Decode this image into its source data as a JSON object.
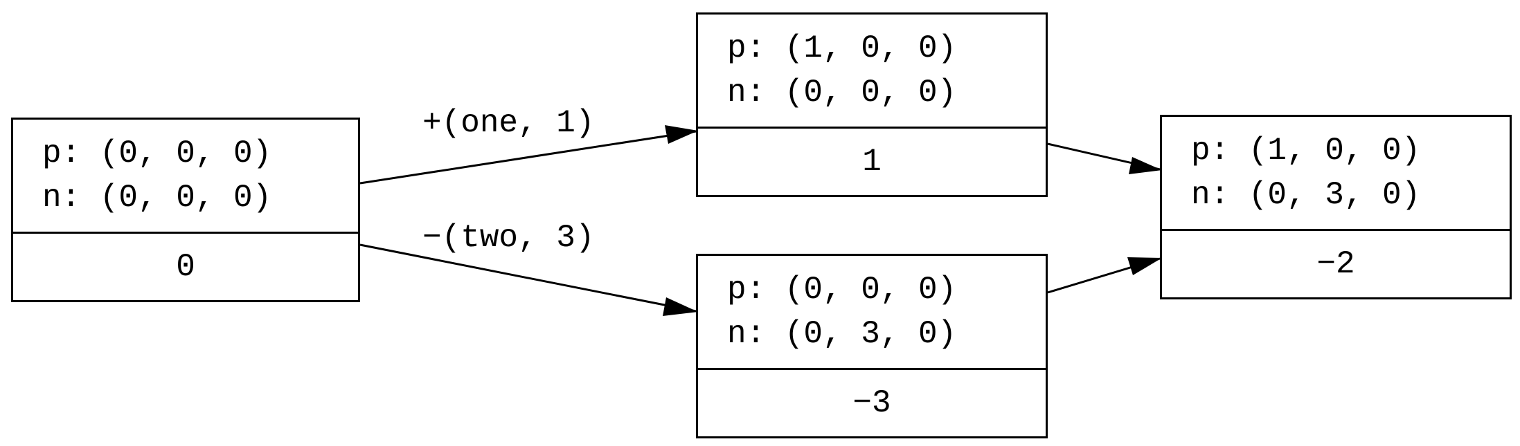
{
  "nodes": {
    "root": {
      "p": "p: (0, 0, 0)",
      "n": "n: (0, 0, 0)",
      "value": "0"
    },
    "upper": {
      "p": "p: (1, 0, 0)",
      "n": "n: (0, 0, 0)",
      "value": "1"
    },
    "lower": {
      "p": "p: (0, 0, 0)",
      "n": "n: (0, 3, 0)",
      "value": "−3"
    },
    "result": {
      "p": "p: (1, 0, 0)",
      "n": "n: (0, 3, 0)",
      "value": "−2"
    }
  },
  "edges": {
    "root_to_upper": "+(one, 1)",
    "root_to_lower": "−(two, 3)"
  },
  "colors": {
    "stroke": "#000000",
    "background": "#ffffff"
  }
}
